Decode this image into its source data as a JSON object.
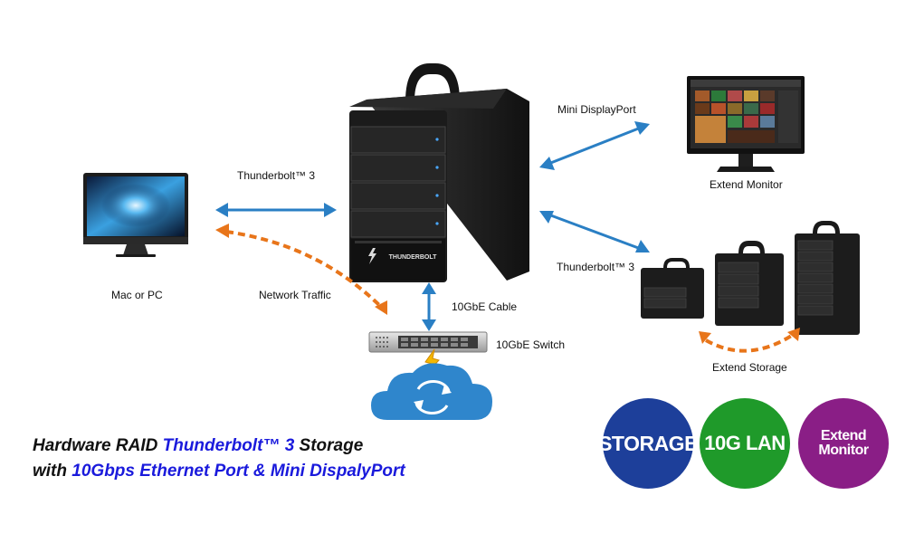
{
  "devices": {
    "host_label": "Mac or PC",
    "monitor_label": "Extend Monitor",
    "storage_label": "Extend Storage",
    "switch_label": "10GbE Switch",
    "raid_badge": "THUNDERBOLT"
  },
  "connections": {
    "thunderbolt_host": "Thunderbolt™ 3",
    "thunderbolt_storage": "Thunderbolt™ 3",
    "mini_displayport": "Mini DisplayPort",
    "network_traffic": "Network Traffic",
    "ten_gbe_cable": "10GbE Cable"
  },
  "headline": {
    "line1_prefix": "Hardware RAID ",
    "line1_highlight": "Thunderbolt™ 3",
    "line1_suffix": " Storage",
    "line2_prefix": "with ",
    "line2_highlight": "10Gbps Ethernet Port & Mini DispalyPort"
  },
  "badges": [
    {
      "label": "STORAGE",
      "color": "#1d3f9a"
    },
    {
      "label": "10G LAN",
      "color": "#1f9a2a"
    },
    {
      "label": "Extend Monitor",
      "color": "#8a1e86"
    }
  ],
  "colors": {
    "arrow_blue": "#2a7fc4",
    "arrow_orange": "#e8751a",
    "cloud_blue": "#2f86cc",
    "lightning": "#f5b800"
  }
}
